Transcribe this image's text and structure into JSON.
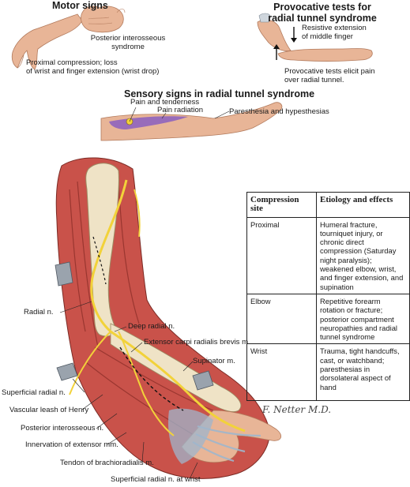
{
  "motor": {
    "title": "Motor signs",
    "pin_label_line1": "Posterior interosseous",
    "pin_label_line2": "syndrome",
    "drop_label_line1": "Proximal compression; loss",
    "drop_label_line2": "of wrist and finger extension (wrist drop)"
  },
  "provocative": {
    "title_line1": "Provocative tests for",
    "title_line2": "radial tunnel syndrome",
    "resist_line1": "Resistive extension",
    "resist_line2": "of middle finger",
    "elicit_line1": "Provocative tests elicit pain",
    "elicit_line2": "over radial tunnel."
  },
  "sensory": {
    "title": "Sensory signs in radial tunnel syndrome",
    "pain_tender": "Pain and tenderness",
    "pain_radiation": "Pain radiation",
    "paresthesia": "Paresthesia and hypesthesias"
  },
  "anatomy": {
    "labels": {
      "radial_n": "Radial n.",
      "deep_radial": "Deep radial n.",
      "ecrb": "Extensor carpi radialis brevis m.",
      "supinator": "Supinator m.",
      "superficial_radial": "Superficial radial n.",
      "vascular_leash": "Vascular leash of  Henry",
      "posterior_interosseous": "Posterior interosseous n.",
      "innervation": "Innervation of extensor mm.",
      "tendon_brachio": "Tendon of brachioradialis m.",
      "superficial_wrist": "Superficial radial n. at wrist"
    },
    "signature": "F. Netter M.D."
  },
  "table": {
    "headers": [
      "Compression site",
      "Etiology and effects"
    ],
    "rows": [
      {
        "site": "Proximal",
        "effects": "Humeral fracture, tourniquet injury, or chronic direct compression (Saturday night paralysis); weakened elbow, wrist, and finger extension, and supination"
      },
      {
        "site": "Elbow",
        "effects": "Repetitive forearm rotation or fracture; posterior compartment neuropathies and radial tunnel syndrome"
      },
      {
        "site": "Wrist",
        "effects": "Trauma, tight handcuffs, cast, or watchband; paresthesias  in dorsolateral aspect of hand"
      }
    ]
  },
  "colors": {
    "skin": "#e8b597",
    "skin_shadow": "#c98a6b",
    "muscle": "#b5463f",
    "bone": "#efe3c6",
    "nerve": "#f2d23a",
    "pain": "#8a5fc0",
    "tendon": "#9fb6cc",
    "retractor": "#9aa3ad"
  }
}
